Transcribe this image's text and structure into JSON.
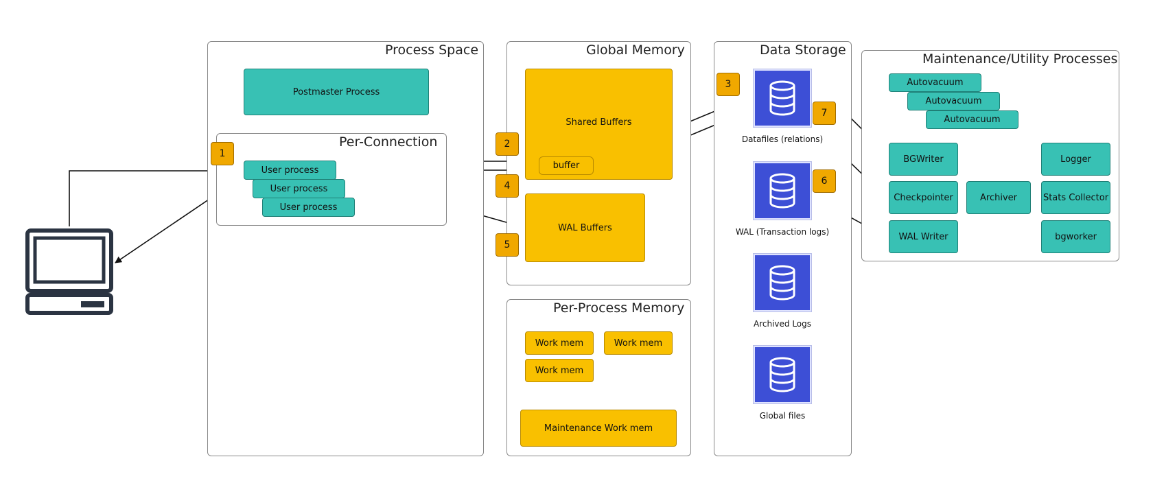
{
  "process_space": {
    "title": "Process Space",
    "postmaster": "Postmaster Process",
    "per_connection": {
      "title": "Per-Connection",
      "user_processes": [
        "User process",
        "User process",
        "User process"
      ]
    }
  },
  "global_memory": {
    "title": "Global Memory",
    "shared_buffers": "Shared Buffers",
    "buffer": "buffer",
    "wal_buffers": "WAL Buffers"
  },
  "per_process_memory": {
    "title": "Per-Process Memory",
    "work_mem": [
      "Work mem",
      "Work mem",
      "Work mem"
    ],
    "maintenance_work_mem": "Maintenance Work mem"
  },
  "data_storage": {
    "title": "Data Storage",
    "items": [
      {
        "label": "Datafiles (relations)",
        "icon": "database-icon"
      },
      {
        "label": "WAL (Transaction logs)",
        "icon": "database-icon"
      },
      {
        "label": "Archived Logs",
        "icon": "database-icon"
      },
      {
        "label": "Global files",
        "icon": "database-icon"
      }
    ]
  },
  "maintenance": {
    "title": "Maintenance/Utility Processes",
    "autovacuum": [
      "Autovacuum",
      "Autovacuum",
      "Autovacuum"
    ],
    "bgwriter": "BGWriter",
    "logger": "Logger",
    "checkpointer": "Checkpointer",
    "archiver": "Archiver",
    "stats_collector": "Stats Collector",
    "wal_writer": "WAL Writer",
    "bgworker": "bgworker"
  },
  "steps": [
    "1",
    "2",
    "3",
    "4",
    "5",
    "6",
    "7"
  ],
  "colors": {
    "process": "#38c1b4",
    "memory": "#f9c000",
    "step_badge": "#f0a800",
    "storage_icon": "#3d4fd6",
    "client_icon": "#2b3442"
  },
  "client": {
    "icon": "computer-terminal-icon"
  }
}
